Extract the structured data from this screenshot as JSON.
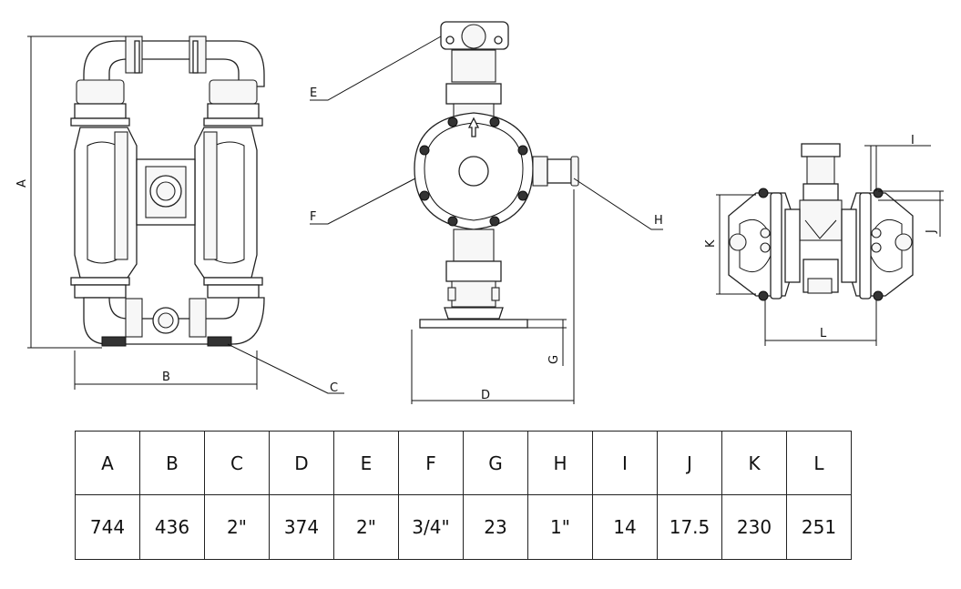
{
  "callouts": {
    "a": "A",
    "b": "B",
    "c": "C",
    "d": "D",
    "e": "E",
    "f": "F",
    "g": "G",
    "h": "H",
    "i": "I",
    "j": "J",
    "k": "K",
    "l": "L"
  },
  "dimension_table": {
    "headers": [
      "A",
      "B",
      "C",
      "D",
      "E",
      "F",
      "G",
      "H",
      "I",
      "J",
      "K",
      "L"
    ],
    "values": [
      "744",
      "436",
      "2\"",
      "374",
      "2\"",
      "3/4\"",
      "23",
      "1\"",
      "14",
      "17.5",
      "230",
      "251"
    ]
  }
}
